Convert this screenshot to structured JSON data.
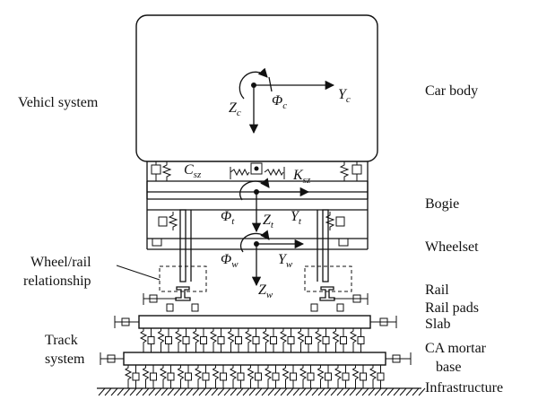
{
  "labels": {
    "vehicle_system": "Vehicl system",
    "car_body": "Car body",
    "bogie": "Bogie",
    "wheelset": "Wheelset",
    "wheel_rail_line1": "Wheel/rail",
    "wheel_rail_line2": "relationship",
    "rail": "Rail",
    "rail_pads": "Rail pads",
    "slab": "Slab",
    "track_line1": "Track",
    "track_line2": "system",
    "ca_mortar": "CA mortar",
    "base": "base",
    "infrastructure": "Infrastructure"
  },
  "symbols": {
    "Zc": {
      "main": "Z",
      "sub": "c"
    },
    "Phic": {
      "main": "Φ",
      "sub": "c"
    },
    "Yc": {
      "main": "Y",
      "sub": "c"
    },
    "Csz": {
      "main": "C",
      "sub": "sz"
    },
    "Ksz": {
      "main": "K",
      "sub": "sz"
    },
    "Phit": {
      "main": "Φ",
      "sub": "t"
    },
    "Zt": {
      "main": "Z",
      "sub": "t"
    },
    "Yt": {
      "main": "Y",
      "sub": "t"
    },
    "Phiw": {
      "main": "Φ",
      "sub": "w"
    },
    "Yw": {
      "main": "Y",
      "sub": "w"
    },
    "Zw": {
      "main": "Z",
      "sub": "w"
    }
  },
  "colors": {
    "line": "#111111",
    "background": "#ffffff"
  }
}
